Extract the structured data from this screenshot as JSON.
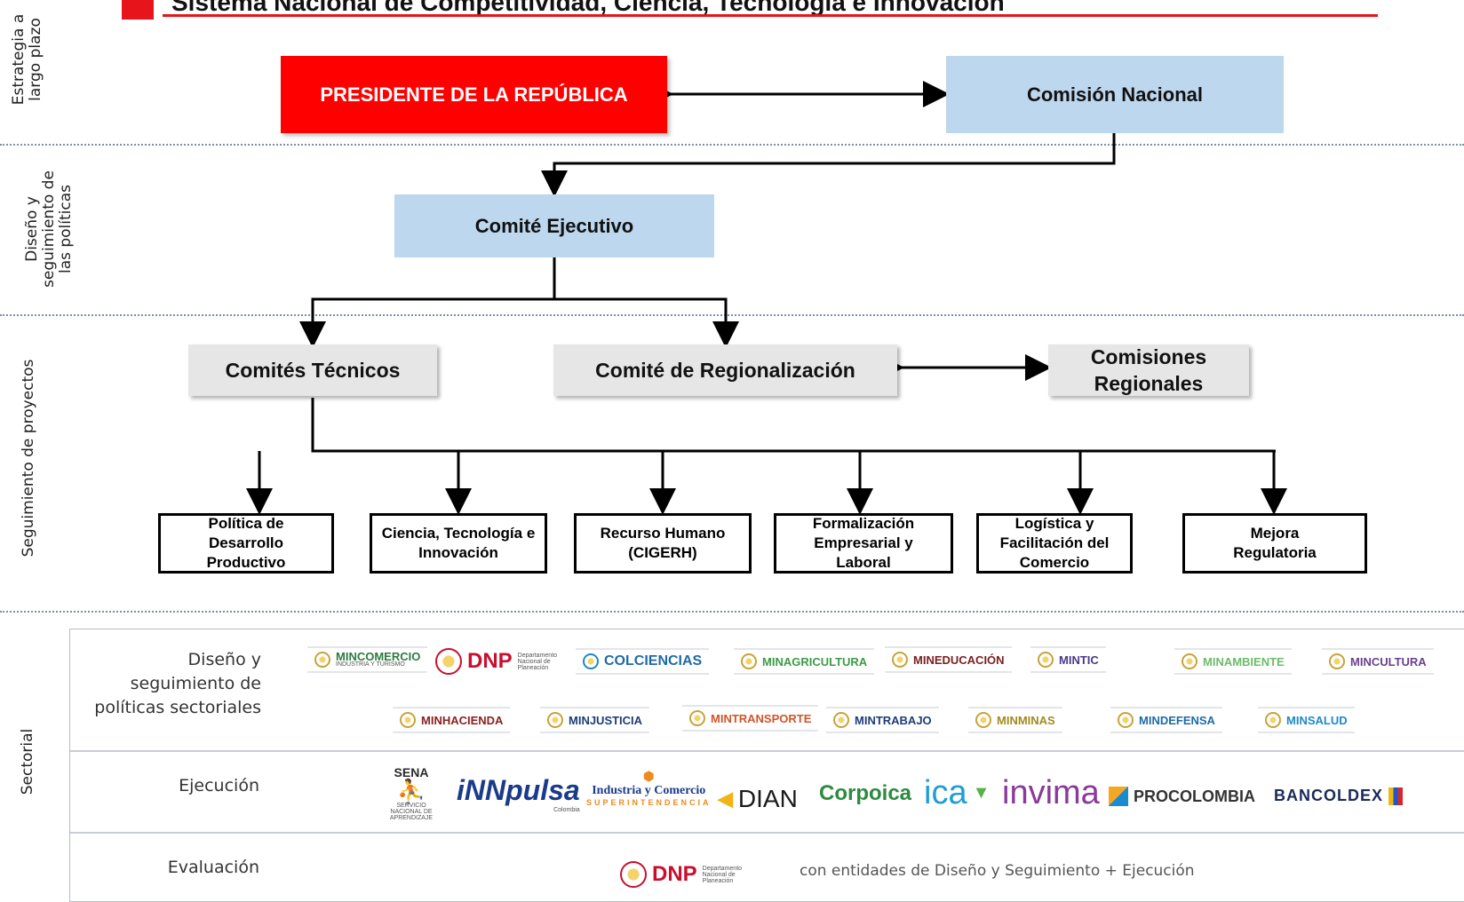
{
  "title": "Sistema Nacional de Competitividad, Ciencia, Tecnología e Innovación",
  "bands": {
    "estrategia": "Estrategia a largo plazo",
    "diseno": "Diseño y seguimiento de las políticas",
    "seguimiento": "Seguimiento de proyectos",
    "sectorial": "Sectorial"
  },
  "nodes": {
    "presidente": "PRESIDENTE DE LA REPÚBLICA",
    "comision_nacional": "Comisión Nacional",
    "comite_ejecutivo": "Comité Ejecutivo",
    "comites_tecnicos": "Comités Técnicos",
    "comite_regionalizacion": "Comité de Regionalización",
    "comisiones_regionales": "Comisiones Regionales",
    "politica_desarrollo": "Política de Desarrollo Productivo",
    "ciencia_tecnologia": "Ciencia, Tecnología e Innovación",
    "recurso_humano": "Recurso Humano (CIGERH)",
    "formalizacion": "Formalización Empresarial y Laboral",
    "logistica": "Logística y Facilitación del Comercio",
    "mejora_regulatoria": "Mejora Regulatoria"
  },
  "sectorial": {
    "row1_label": "Diseño y seguimiento de políticas sectoriales",
    "row2_label": "Ejecución",
    "row3_label": "Evaluación",
    "design_logos": [
      "MINCOMERCIO",
      "DNP",
      "COLCIENCIAS",
      "MINAGRICULTURA",
      "MINEDUCACIÓN",
      "MINTIC",
      "MINAMBIENTE",
      "MINCULTURA",
      "MINHACIENDA",
      "MINJUSTICIA",
      "MINTRANSPORTE",
      "MINTRABAJO",
      "MINMINAS",
      "MINDEFENSA",
      "MINSALUD"
    ],
    "mincomercio_sub": "INDUSTRIA Y TURISMO",
    "dnp_sub": "Departamento Nacional de Planeación",
    "exec_logos": [
      "SENA",
      "iNNpulsa",
      "Industria y Comercio",
      "DIAN",
      "Corpoica",
      "ica",
      "invima",
      "PROCOLOMBIA",
      "BANCOLDEX"
    ],
    "sena_sub": "SERVICIO NACIONAL DE APRENDIZAJE",
    "innpulsa_sub": "Colombia",
    "sic_sub": "SUPERINTENDENCIA",
    "eval_logo": "DNP",
    "eval_note": "con entidades de Diseño y Seguimiento + Ejecución"
  },
  "colors": {
    "red": "#ff0000",
    "blue_box": "#bdd7ee",
    "gray_box": "#e6e6e6",
    "dotted": "#7d8fa6"
  }
}
